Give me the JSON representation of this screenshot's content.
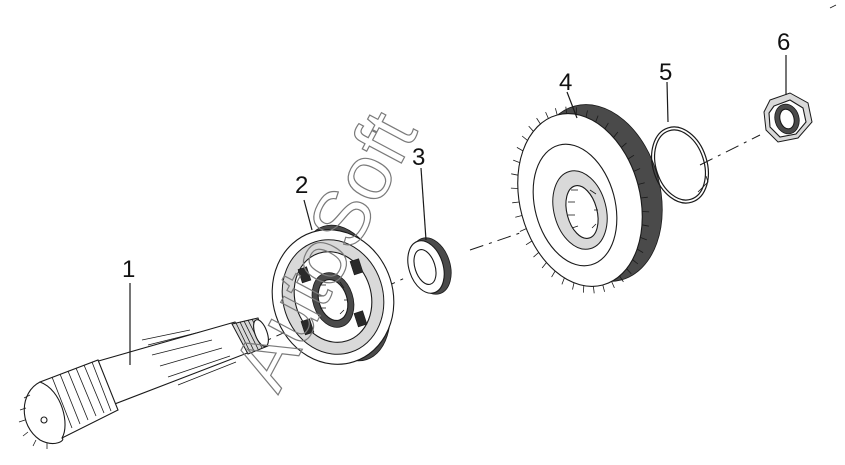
{
  "diagram": {
    "callouts": [
      {
        "id": "1",
        "label": "1"
      },
      {
        "id": "2",
        "label": "2"
      },
      {
        "id": "3",
        "label": "3"
      },
      {
        "id": "4",
        "label": "4"
      },
      {
        "id": "5",
        "label": "5"
      },
      {
        "id": "6",
        "label": "6"
      }
    ],
    "watermark": "AutoSoft"
  },
  "colors": {
    "ink": "#1a1a1a",
    "background": "#ffffff",
    "watermark_outline": "#7a7a7a"
  }
}
